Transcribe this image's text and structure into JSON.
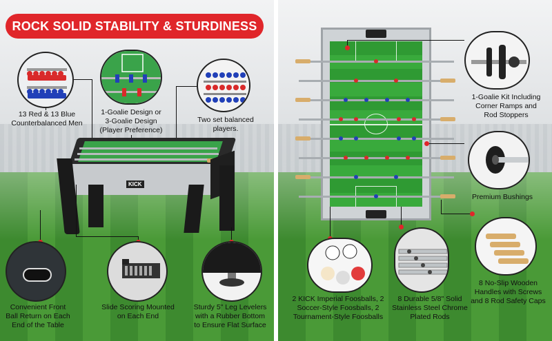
{
  "left": {
    "banner": "ROCK SOLID STABILITY & STURDINESS",
    "callouts": {
      "counterbalanced": "13 Red & 13 Blue\nCounterbalanced Men",
      "goalie_design": "1-Goalie Design or\n3-Goalie Design\n(Player Preference)",
      "balanced_players": "Two set balanced\nplayers.",
      "ball_return": "Convenient Front\nBall Return on Each\nEnd of the Table",
      "slide_scoring": "Slide Scoring Mounted\non Each End",
      "leg_levelers": "Sturdy 5\" Leg Levelers\nwith a Rubber Bottom\nto Ensure Flat Surface"
    },
    "table_logo": "KICK"
  },
  "right": {
    "callouts": {
      "goalie_kit": "1-Goalie Kit Including\nCorner Ramps and\nRod Stoppers",
      "bushings": "Premium Bushings",
      "foosballs": "2 KICK Imperial Foosballs, 2\nSoccer-Style Foosballs, 2\nTournament-Style Foosballs",
      "rods": "8 Durable 5/8\" Solid\nStainless Steel Chrome\nPlated Rods",
      "handles": "8 No-Slip Wooden\nHandles with Screws\nand 8 Rod Safety Caps"
    }
  },
  "colors": {
    "accent_red": "#e0262a",
    "field_green": "#2f9a33",
    "player_red": "#d92a2a",
    "player_blue": "#2140b8"
  },
  "icons": [
    "foosball-table",
    "goalie-kit",
    "bushing",
    "foosball-balls",
    "chrome-rods",
    "wooden-handles",
    "ball-return",
    "slide-scoring",
    "leg-leveler"
  ]
}
